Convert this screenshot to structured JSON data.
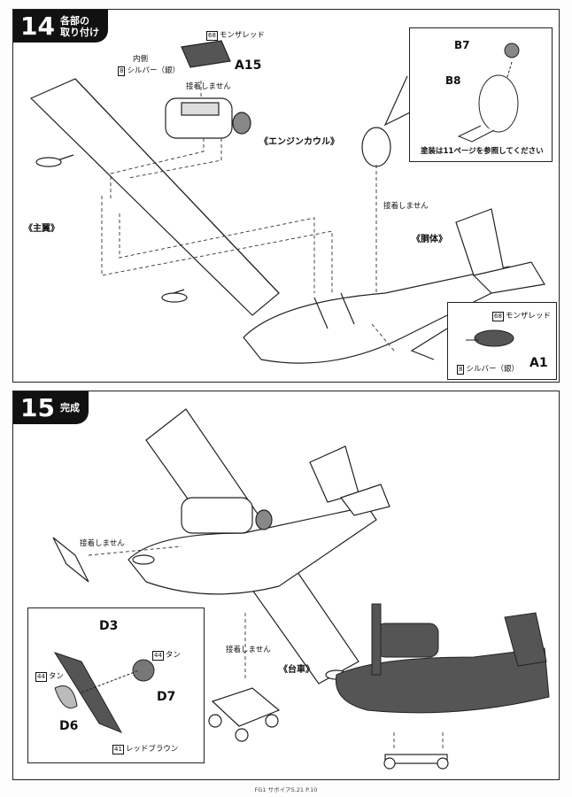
{
  "step14": {
    "number": "14",
    "title_line1": "各部の",
    "title_line2": "取り付け",
    "paint_engine_color_code": "68",
    "paint_engine_color": "モンザレッド",
    "part_engine_cover": "A15",
    "inside_label": "内側",
    "inside_color_code": "8",
    "inside_color": "シルバー（銀）",
    "no_glue_1": "接着しません",
    "engine_cowl": "《エンジンカウル》",
    "main_wing": "《主翼》",
    "fuselage": "《胴体》",
    "no_glue_2": "接着しません",
    "pilot_head": "B7",
    "pilot_body": "B8",
    "pilot_note": "塗装は11ページを参照してください",
    "prop_hub_color_code": "68",
    "prop_hub_color": "モンザレッド",
    "prop_shaft_color_code": "8",
    "prop_shaft_color": "シルバー（銀）",
    "prop_hub_part": "A1"
  },
  "step15": {
    "number": "15",
    "title": "完成",
    "no_glue_prop": "接着しません",
    "no_glue_cart": "接着しません",
    "cart": "《台車》",
    "prop_blade": "D3",
    "spinner_color_code": "44",
    "spinner_color": "タン",
    "cap_color_code": "44",
    "cap_color": "タン",
    "cap_part": "D7",
    "spinner_part": "D6",
    "blade_color_code": "41",
    "blade_color": "レッドブラウン"
  },
  "footer": "FG1 サボイアS.21 P.10"
}
